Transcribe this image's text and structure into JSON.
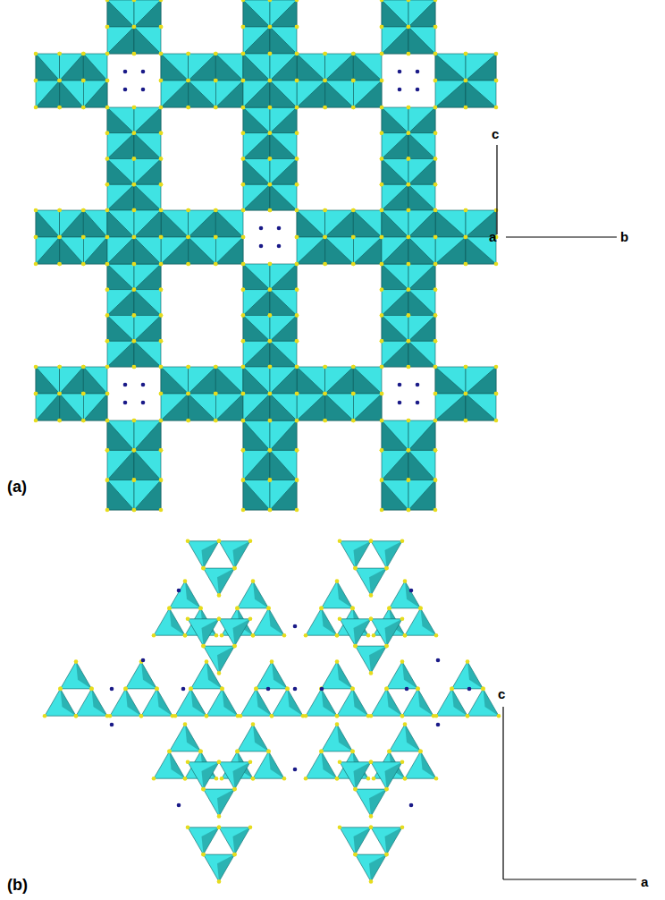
{
  "diagram": {
    "labels": [
      "(a)",
      "c",
      "a",
      "b",
      "(b)",
      "c",
      "a"
    ]
  }
}
